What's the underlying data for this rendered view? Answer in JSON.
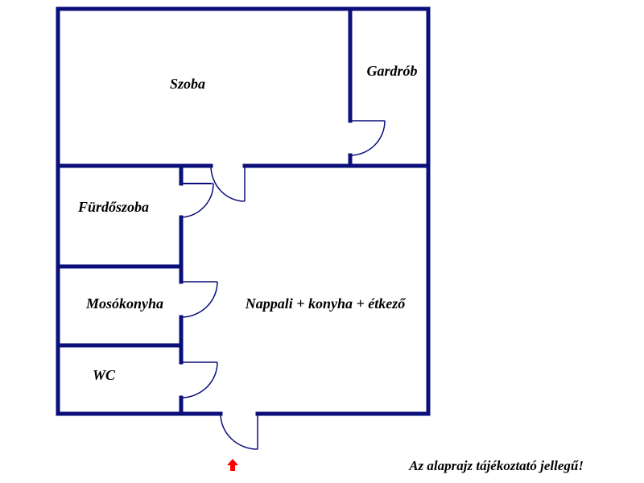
{
  "colors": {
    "wall": "#0a0f7a",
    "entrance_arrow": "#ff0000",
    "text": "#000000"
  },
  "rooms": {
    "szoba": "Szoba",
    "gardrob": "Gardrób",
    "furdoszoba": "Fürdőszoba",
    "mosokonyha": "Mosókonyha",
    "wc": "WC",
    "nappali": "Nappali + konyha + étkező"
  },
  "entrance_icon": "up-arrow-icon",
  "disclaimer": "Az alaprajz tájékoztató jellegű!"
}
